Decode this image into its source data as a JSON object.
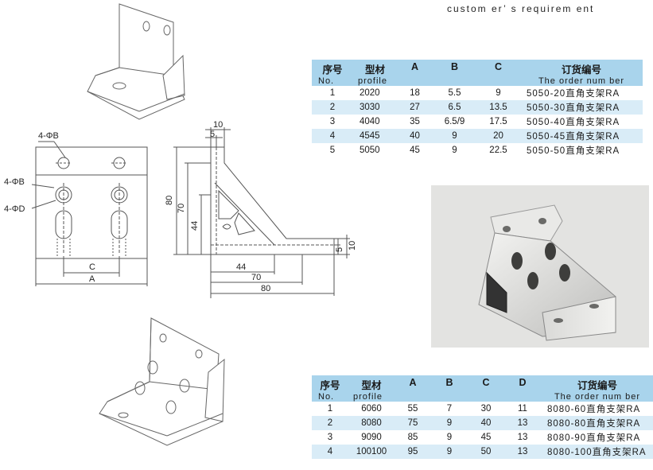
{
  "top_note": "custom er’ s requirem ent",
  "drawing": {
    "dims_left": {
      "phi_b_top": "4-ΦB",
      "phi_b_mid": "4-ΦB",
      "phi_d": "4-ΦD",
      "c": "C",
      "a": "A"
    },
    "dims_side": {
      "d10": "10",
      "d5": "5",
      "d80v": "80",
      "d70v": "70",
      "d44v": "44",
      "d44h": "44",
      "d70h": "70",
      "d80h": "80",
      "d10r": "10",
      "d5r": "5"
    }
  },
  "table1": {
    "headers": [
      {
        "zh": "序号",
        "en": "No."
      },
      {
        "zh": "型材",
        "en": "profile"
      },
      {
        "zh": "A",
        "en": ""
      },
      {
        "zh": "B",
        "en": ""
      },
      {
        "zh": "C",
        "en": ""
      },
      {
        "zh": "订货编号",
        "en": "The order num ber"
      }
    ],
    "rows": [
      [
        "1",
        "2020",
        "18",
        "5.5",
        "9",
        "5050-20直角支架RA"
      ],
      [
        "2",
        "3030",
        "27",
        "6.5",
        "13.5",
        "5050-30直角支架RA"
      ],
      [
        "3",
        "4040",
        "35",
        "6.5/9",
        "17.5",
        "5050-40直角支架RA"
      ],
      [
        "4",
        "4545",
        "40",
        "9",
        "20",
        "5050-45直角支架RA"
      ],
      [
        "5",
        "5050",
        "45",
        "9",
        "22.5",
        "5050-50直角支架RA"
      ]
    ]
  },
  "table2": {
    "headers": [
      {
        "zh": "序号",
        "en": "No."
      },
      {
        "zh": "型材",
        "en": "profile"
      },
      {
        "zh": "A",
        "en": ""
      },
      {
        "zh": "B",
        "en": ""
      },
      {
        "zh": "C",
        "en": ""
      },
      {
        "zh": "D",
        "en": ""
      },
      {
        "zh": "订货编号",
        "en": "The order num ber"
      }
    ],
    "rows": [
      [
        "1",
        "6060",
        "55",
        "7",
        "30",
        "11",
        "8080-60直角支架RA"
      ],
      [
        "2",
        "8080",
        "75",
        "9",
        "40",
        "13",
        "8080-80直角支架RA"
      ],
      [
        "3",
        "9090",
        "85",
        "9",
        "45",
        "13",
        "8080-90直角支架RA"
      ],
      [
        "4",
        "100100",
        "95",
        "9",
        "50",
        "13",
        "8080-100直角支架RA"
      ]
    ]
  }
}
